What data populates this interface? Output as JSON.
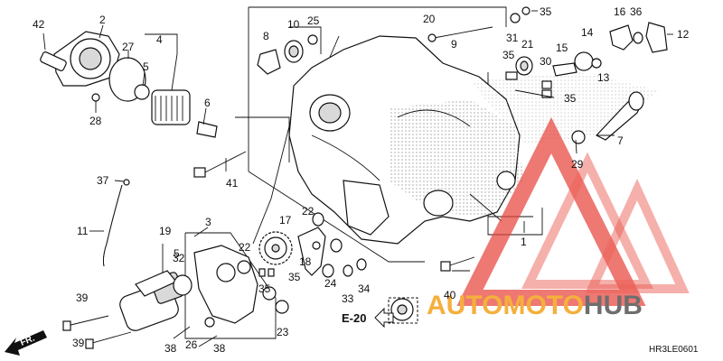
{
  "callouts": [
    "1",
    "2",
    "3",
    "4",
    "5",
    "5",
    "6",
    "7",
    "8",
    "9",
    "10",
    "11",
    "12",
    "13",
    "14",
    "15",
    "16",
    "17",
    "18",
    "19",
    "20",
    "21",
    "22",
    "22",
    "23",
    "24",
    "25",
    "26",
    "27",
    "28",
    "29",
    "30",
    "31",
    "32",
    "33",
    "34",
    "35",
    "35",
    "35",
    "35",
    "35",
    "36",
    "37",
    "38",
    "38",
    "39",
    "39",
    "40",
    "41",
    "42"
  ],
  "reference": {
    "e_label": "E-20",
    "direction": "FR."
  },
  "drawing_code": "HR3LE0601",
  "watermark": {
    "brand_part1": "AUTOMOTO",
    "brand_part2": "HUB",
    "color_orange": "#f4a21c",
    "color_dark": "#555555",
    "color_red": "#e8453c"
  }
}
